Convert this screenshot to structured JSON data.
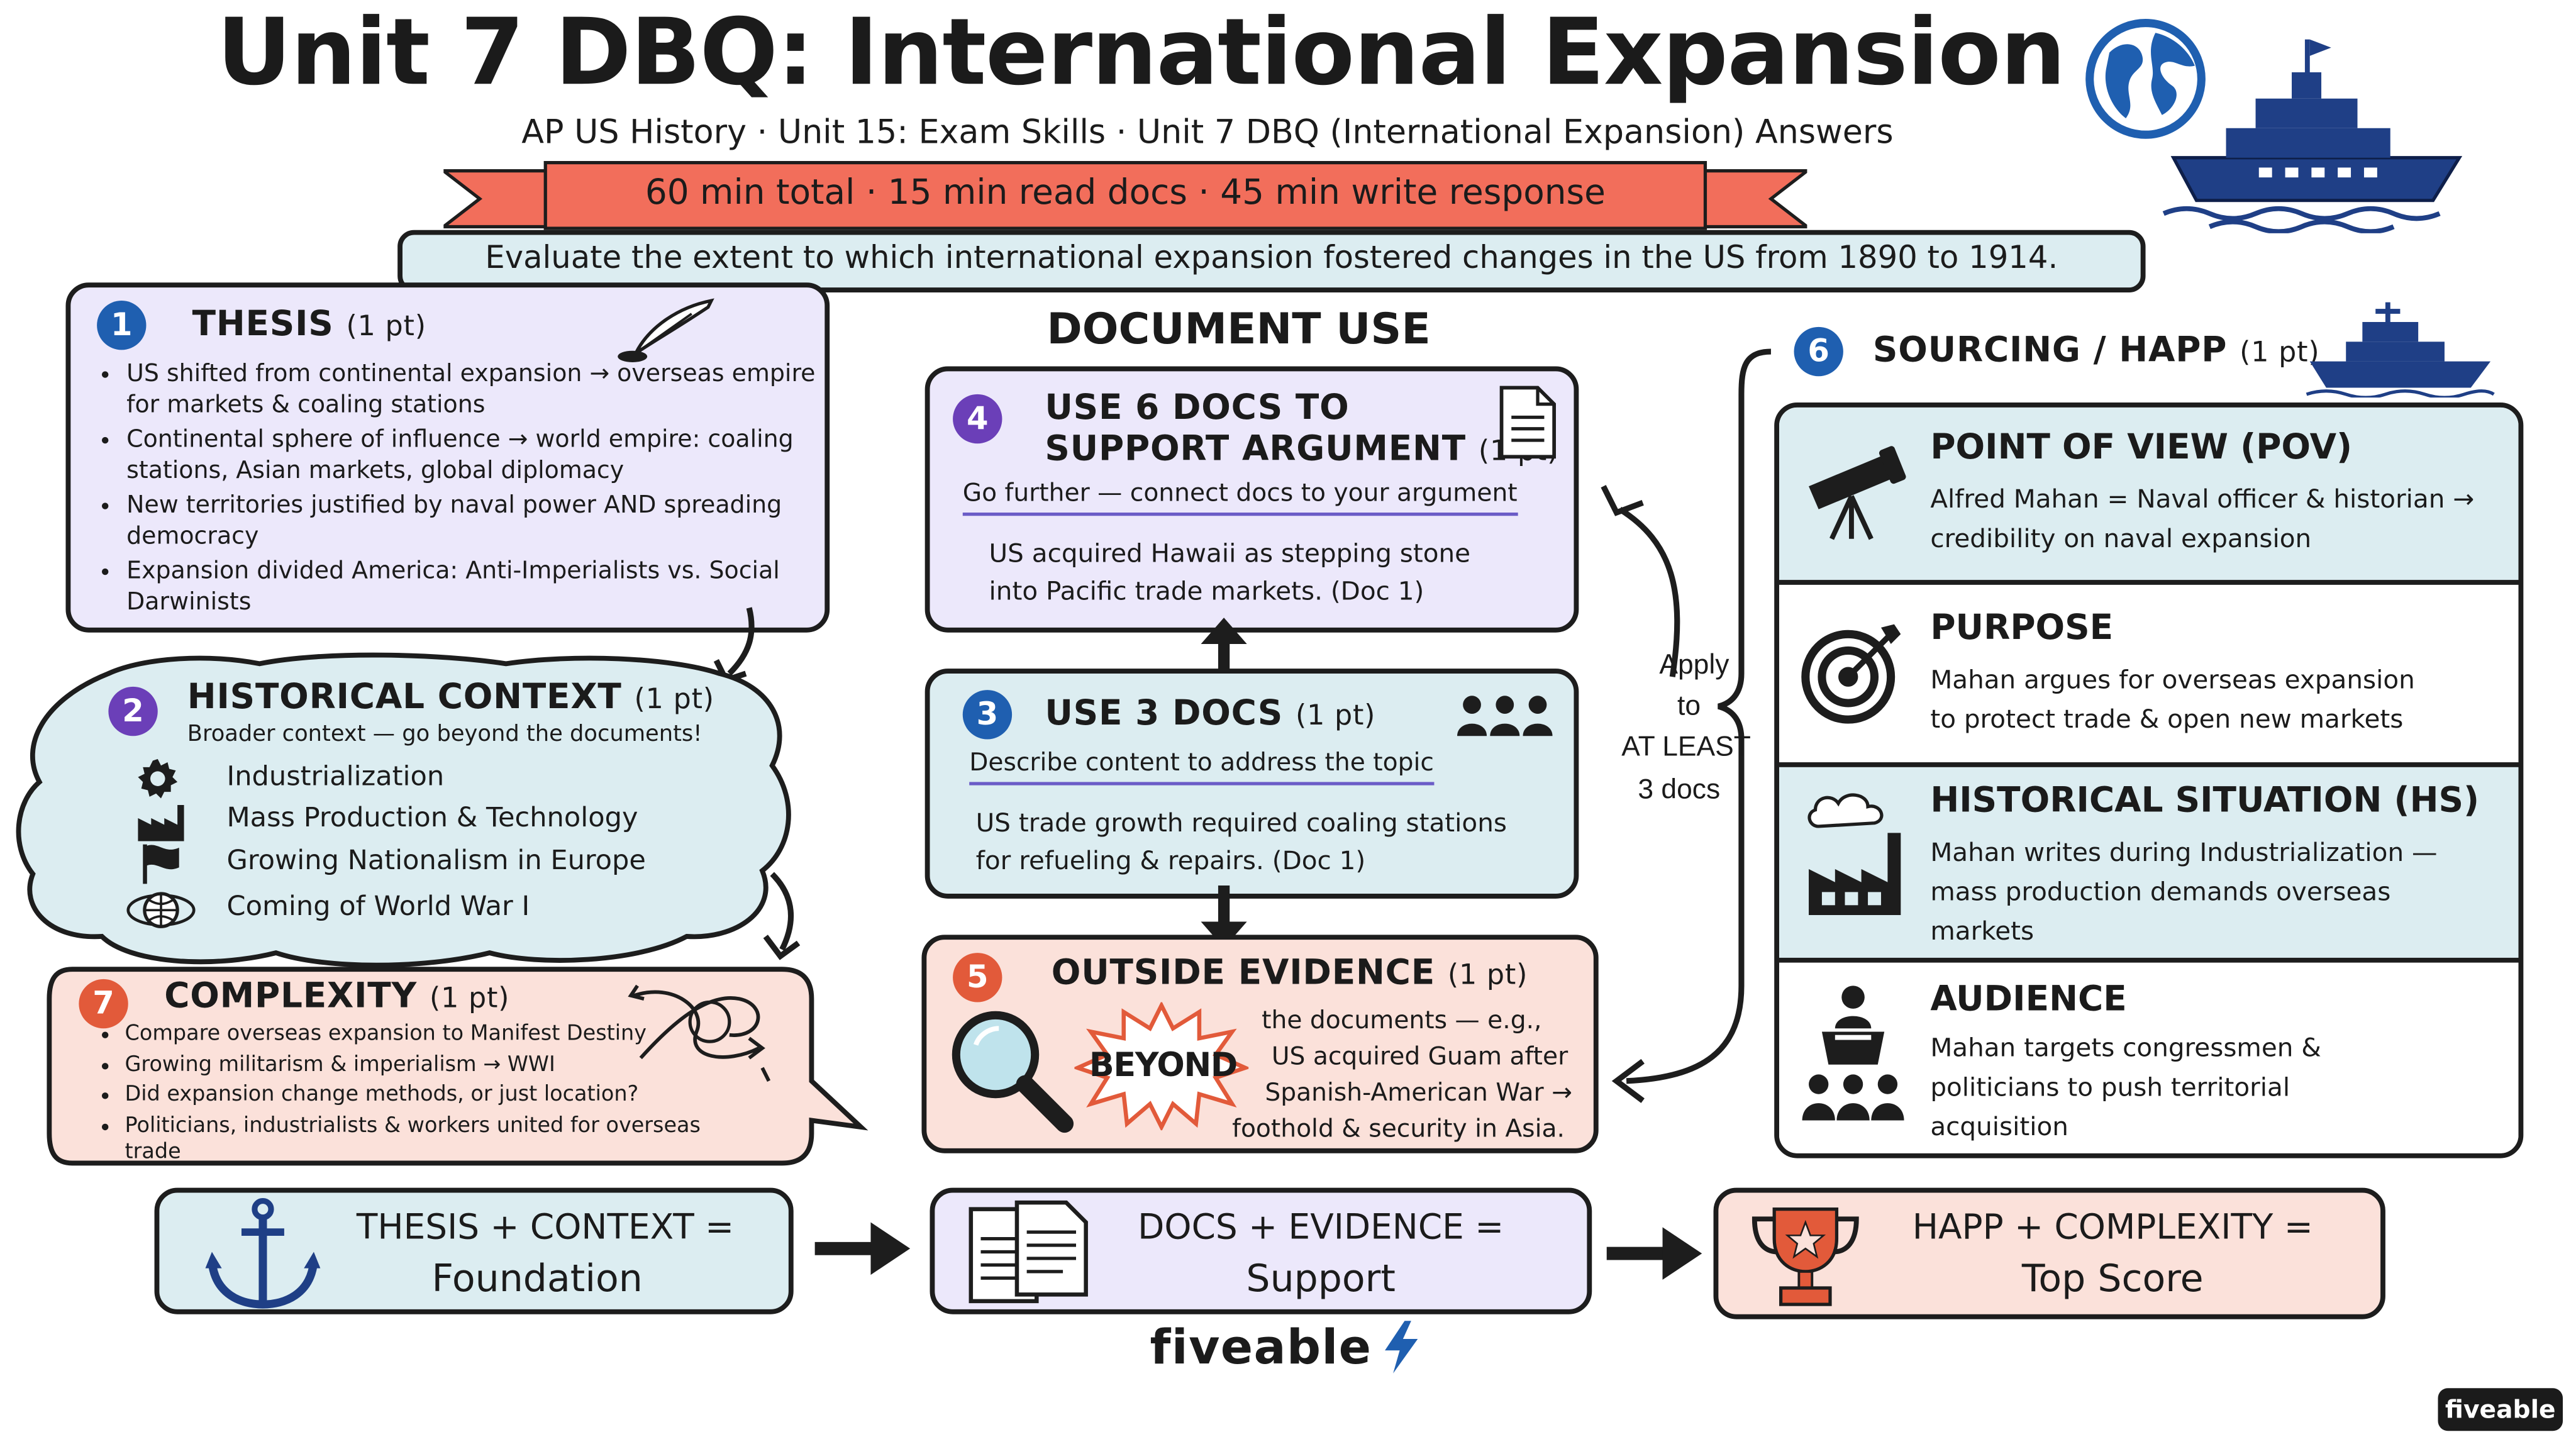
{
  "header": {
    "title": "Unit 7 DBQ: International Expansion",
    "subtitle": "AP US History · Unit 15: Exam Skills · Unit 7 DBQ (International Expansion) Answers",
    "timing": "60 min total · 15 min read docs · 45 min write response",
    "prompt": "Evaluate the extent to which international expansion fostered changes in the US from 1890 to 1914."
  },
  "colors": {
    "lavender": "#ece8fb",
    "blue": "#dcedf1",
    "peach": "#fbe1da",
    "banner": "#f26e5b",
    "navy": "#1f3f86"
  },
  "thesis": {
    "num": "1",
    "title": "THESIS",
    "pts": "(1 pt)",
    "bullets": [
      "US shifted from continental expansion → overseas empire for markets & coaling stations",
      "Continental sphere of influence → world empire: coaling stations, Asian markets, global diplomacy",
      "New territories justified by naval power AND spreading democracy",
      "Expansion divided America: Anti-Imperialists vs. Social Darwinists"
    ]
  },
  "context": {
    "num": "2",
    "title": "HISTORICAL CONTEXT",
    "pts": "(1 pt)",
    "subtitle": "Broader context — go beyond the documents!",
    "items": [
      "Industrialization",
      "Mass Production & Technology",
      "Growing Nationalism in Europe",
      "Coming of World War I"
    ]
  },
  "complexity": {
    "num": "7",
    "title": "COMPLEXITY",
    "pts": "(1 pt)",
    "bullets": [
      "Compare overseas expansion to Manifest Destiny",
      "Growing militarism & imperialism → WWI",
      "Did expansion change methods, or just location?",
      "Politicians, industrialists & workers united for overseas trade"
    ]
  },
  "docuse": {
    "heading": "DOCUMENT USE",
    "use6": {
      "num": "4",
      "title_line1": "USE 6 DOCS TO",
      "title_line2": "SUPPORT ARGUMENT",
      "pts": "(1 pt)",
      "subtitle": "Go further — connect docs to your argument",
      "example_line1": "US acquired Hawaii as stepping stone",
      "example_line2": "into Pacific trade markets. (Doc 1)"
    },
    "use3": {
      "num": "3",
      "title": "USE 3 DOCS",
      "pts": "(1 pt)",
      "subtitle": "Describe content to address the topic",
      "example_line1": "US trade growth required coaling stations",
      "example_line2": "for refueling & repairs. (Doc 1)"
    },
    "outside": {
      "num": "5",
      "title": "OUTSIDE EVIDENCE",
      "pts": "(1 pt)",
      "burst": "BEYOND",
      "lines": [
        "the documents — e.g.,",
        "US acquired Guam after",
        "Spanish-American War →",
        "foothold & security in Asia."
      ]
    }
  },
  "apply": {
    "lines": [
      "Apply",
      "to",
      "AT LEAST",
      "3 docs"
    ]
  },
  "happ": {
    "num": "6",
    "title": "SOURCING / HAPP",
    "pts": "(1 pt)",
    "sections": [
      {
        "title": "POINT OF VIEW (POV)",
        "lines": [
          "Alfred Mahan = Naval officer & historian →",
          "credibility on naval expansion"
        ]
      },
      {
        "title": "PURPOSE",
        "lines": [
          "Mahan argues for overseas expansion",
          "to protect trade & open new markets"
        ]
      },
      {
        "title": "HISTORICAL SITUATION (HS)",
        "lines": [
          "Mahan writes during Industrialization —",
          "mass production demands overseas",
          "markets"
        ]
      },
      {
        "title": "AUDIENCE",
        "lines": [
          "Mahan targets congressmen &",
          "politicians to push territorial",
          "acquisition"
        ]
      }
    ]
  },
  "flow": [
    {
      "line1": "THESIS + CONTEXT =",
      "line2": "Foundation"
    },
    {
      "line1": "DOCS + EVIDENCE =",
      "line2": "Support"
    },
    {
      "line1": "HAPP + COMPLEXITY =",
      "line2": "Top Score"
    }
  ],
  "branding": {
    "logo": "fiveable",
    "corner_badge": "fiveable"
  }
}
